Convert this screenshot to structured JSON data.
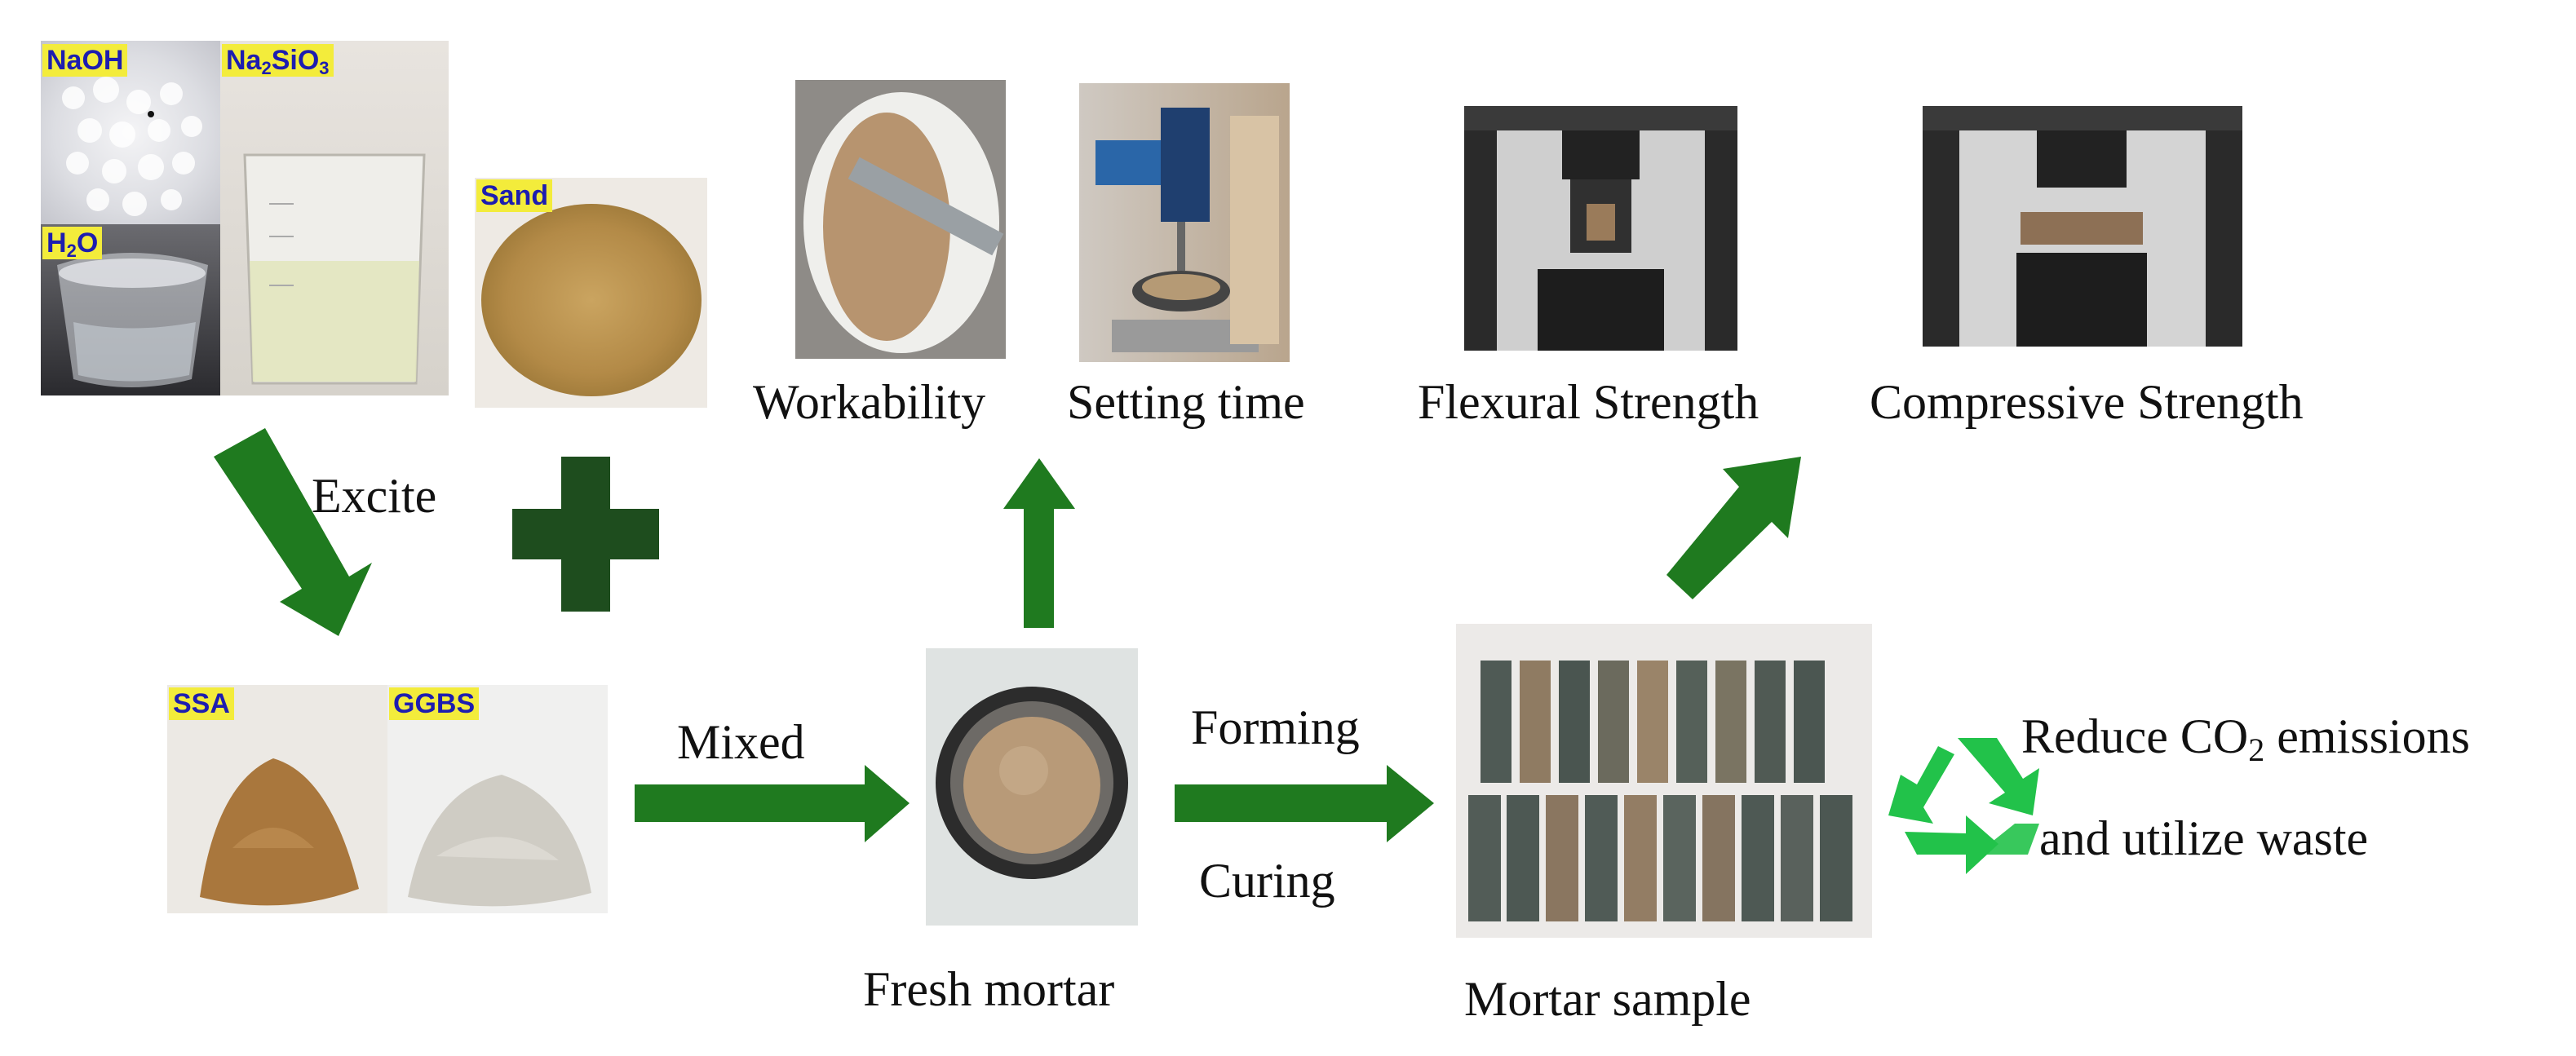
{
  "raw_materials": {
    "naoh_tag": "NaOH",
    "sodium_silicate_tag": {
      "base": "Na",
      "sub1": "2",
      "mid": "SiO",
      "sub2": "3"
    },
    "water_tag": {
      "base": "H",
      "sub": "2",
      "rest": "O"
    },
    "sand_tag": "Sand"
  },
  "precursors": {
    "ssa_tag": "SSA",
    "ggbs_tag": "GGBS"
  },
  "process_labels": {
    "excite": "Excite",
    "mixed": "Mixed",
    "forming": "Forming",
    "curing": "Curing"
  },
  "test_labels": {
    "workability": "Workability",
    "setting_time": "Setting time",
    "flexural_strength": "Flexural Strength",
    "compressive_strength": "Compressive Strength"
  },
  "product_labels": {
    "fresh_mortar": "Fresh mortar",
    "mortar_sample": "Mortar sample"
  },
  "benefit": {
    "line1_before": "Reduce CO",
    "line1_sub": "2",
    "line1_after": " emissions",
    "line2": "and utilize waste"
  },
  "colors": {
    "arrow_green": "#1f7a1f",
    "plus_green": "#1e4d1e",
    "recycle_green": "#22c24a",
    "tag_yellow": "#f3ec3b",
    "tag_blue": "#1d1db0"
  },
  "icons": {
    "plus": "plus-icon",
    "recycle": "recycle-icon"
  }
}
